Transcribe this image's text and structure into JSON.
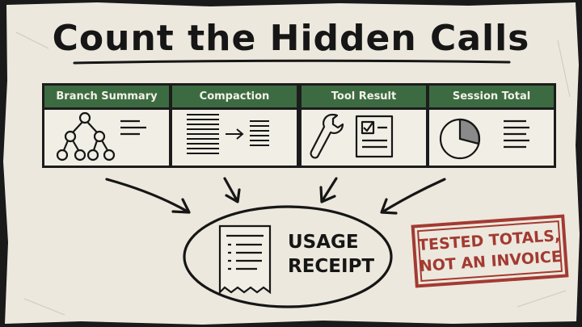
{
  "title": "Count the Hidden Calls",
  "cards": [
    {
      "label": "Branch Summary",
      "icon": "tree-icon"
    },
    {
      "label": "Compaction",
      "icon": "compress-icon"
    },
    {
      "label": "Tool Result",
      "icon": "wrench-checklist-icon"
    },
    {
      "label": "Session Total",
      "icon": "pie-chart-icon"
    }
  ],
  "receipt": {
    "line1": "USAGE",
    "line2": "RECEIPT",
    "icon": "receipt-icon"
  },
  "stamp": {
    "line1": "TESTED TOTALS,",
    "line2": "NOT AN INVOICE"
  },
  "colors": {
    "header_green": "#3c6b41",
    "stamp_red": "#a33a32",
    "paper": "#ece8dd",
    "ink": "#161616"
  }
}
